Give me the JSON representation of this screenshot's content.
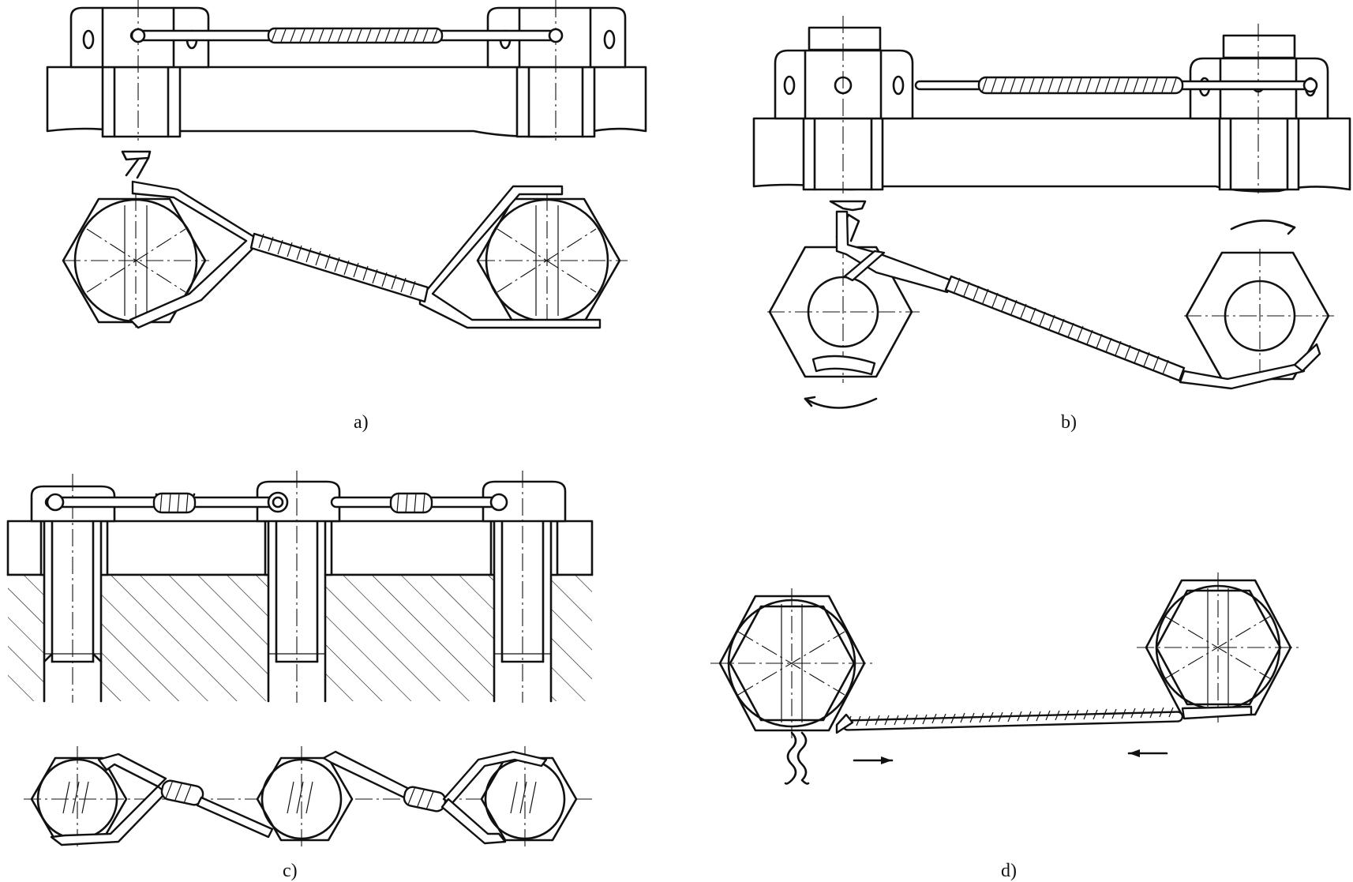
{
  "labels": {
    "a": "a)",
    "b": "b)",
    "c": "c)",
    "d": "d)"
  },
  "colors": {
    "ink": "#111111",
    "paper": "#ffffff"
  }
}
